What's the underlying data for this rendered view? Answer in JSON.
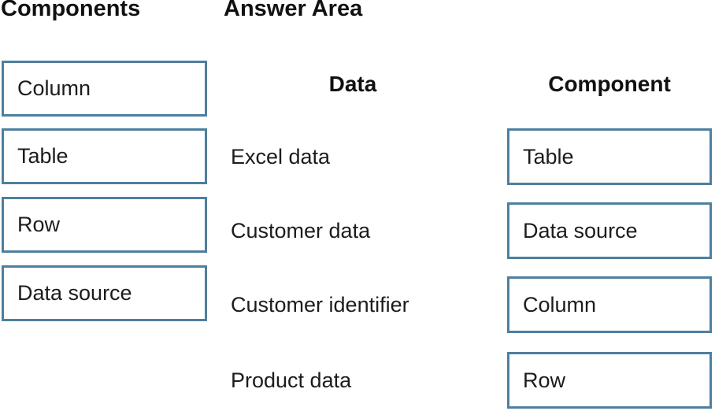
{
  "page": {
    "components_title": "Components",
    "answer_area_title": "Answer Area"
  },
  "components": {
    "items": [
      {
        "label": "Column"
      },
      {
        "label": "Table"
      },
      {
        "label": "Row"
      },
      {
        "label": "Data source"
      }
    ]
  },
  "answer_area": {
    "column_headers": {
      "data": "Data",
      "component": "Component"
    },
    "rows": [
      {
        "data": "Excel data",
        "component": "Table"
      },
      {
        "data": "Customer data",
        "component": "Data source"
      },
      {
        "data": "Customer identifier",
        "component": "Column"
      },
      {
        "data": "Product data",
        "component": "Row"
      }
    ]
  },
  "colors": {
    "box_border": "#4e7f9e",
    "text": "#1c1c1c",
    "background": "#ffffff"
  }
}
